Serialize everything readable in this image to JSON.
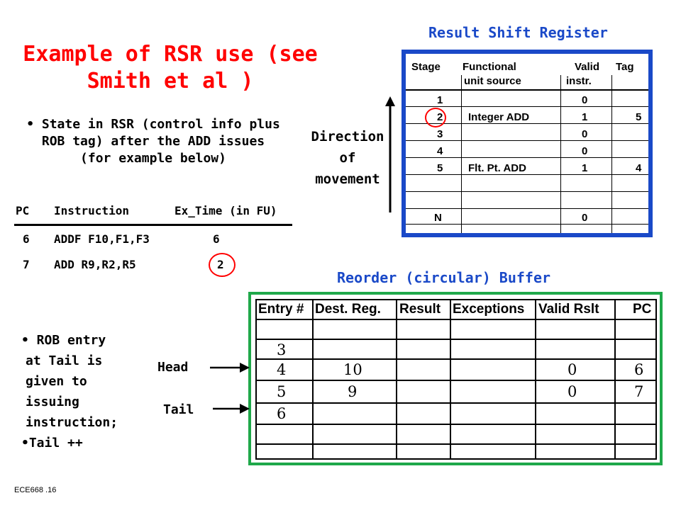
{
  "slide": {
    "title_line1": "Example of RSR use (see",
    "title_line2": "Smith et al )",
    "state_bullet": "• State in RSR (control info plus ROB tag) after the ADD issues (for example below)",
    "footer": "ECE668 .16"
  },
  "instructions": {
    "headers": [
      "PC",
      "Instruction",
      "Ex_Time (in FU)"
    ],
    "rows": [
      {
        "pc": "6",
        "instr": "ADDF F10,F1,F3",
        "ex": "6"
      },
      {
        "pc": "7",
        "instr": "ADD R9,R2,R5",
        "ex": "2"
      }
    ]
  },
  "rsr": {
    "title": "Result Shift Register",
    "headers": {
      "stage": "Stage",
      "fu_line1": "Functional",
      "fu_line2": "unit source",
      "valid_line1": "Valid",
      "valid_line2": "instr.",
      "tag": "Tag"
    },
    "rows": [
      {
        "stage": "1",
        "fu": "",
        "valid": "0",
        "tag": ""
      },
      {
        "stage": "2",
        "fu": "Integer ADD",
        "valid": "1",
        "tag": "5"
      },
      {
        "stage": "3",
        "fu": "",
        "valid": "0",
        "tag": ""
      },
      {
        "stage": "4",
        "fu": "",
        "valid": "0",
        "tag": ""
      },
      {
        "stage": "5",
        "fu": "Flt. Pt. ADD",
        "valid": "1",
        "tag": "4"
      },
      {
        "stage": "",
        "fu": "",
        "valid": "",
        "tag": ""
      },
      {
        "stage": "",
        "fu": "",
        "valid": "",
        "tag": ""
      },
      {
        "stage": "N",
        "fu": "",
        "valid": "0",
        "tag": ""
      }
    ],
    "direction_line1": "Direction",
    "direction_line2": "of",
    "direction_line3": "movement"
  },
  "rob": {
    "title": "Reorder (circular) Buffer",
    "headers": [
      "Entry #",
      "Dest. Reg.",
      "Result",
      "Exceptions",
      "Valid Rslt",
      "PC"
    ],
    "rows": [
      {
        "entry": "",
        "dest": "",
        "result": "",
        "exc": "",
        "valid": "",
        "pc": ""
      },
      {
        "entry": "3",
        "dest": "",
        "result": "",
        "exc": "",
        "valid": "",
        "pc": ""
      },
      {
        "entry": "4",
        "dest": "10",
        "result": "",
        "exc": "",
        "valid": "0",
        "pc": "6"
      },
      {
        "entry": "5",
        "dest": "9",
        "result": "",
        "exc": "",
        "valid": "0",
        "pc": "7"
      },
      {
        "entry": "6",
        "dest": "",
        "result": "",
        "exc": "",
        "valid": "",
        "pc": ""
      },
      {
        "entry": "",
        "dest": "",
        "result": "",
        "exc": "",
        "valid": "",
        "pc": ""
      },
      {
        "entry": "",
        "dest": "",
        "result": "",
        "exc": "",
        "valid": "",
        "pc": ""
      }
    ],
    "head_label": "Head",
    "tail_label": "Tail",
    "bullet_line1": "• ROB entry",
    "bullet_line2": "at Tail is",
    "bullet_line3": "given to",
    "bullet_line4": "issuing",
    "bullet_line5": "instruction;",
    "bullet_line6": "•Tail ++"
  },
  "colors": {
    "title_red": "#ff0000",
    "heading_blue": "#1a49c8",
    "rob_border_green": "#1fa84a"
  }
}
